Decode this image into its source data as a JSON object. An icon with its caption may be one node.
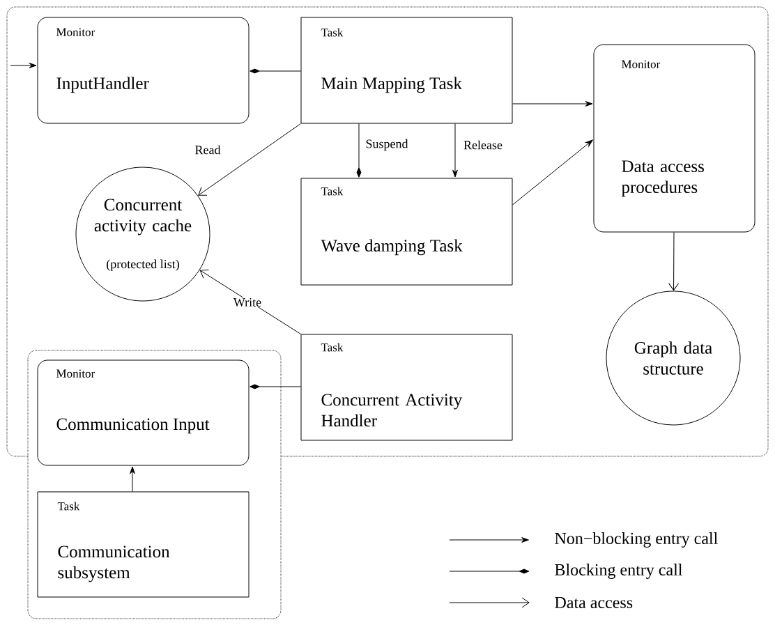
{
  "diagram": {
    "nodes": [
      {
        "text": [
          "Monitor",
          "InputHandler"
        ]
      },
      {
        "text": [
          "Task",
          "Main Mapping Task"
        ]
      },
      {
        "text": [
          "Monitor",
          "Data access procedures"
        ]
      },
      {
        "text": [
          "Concurrent activity cache",
          "(protected list)"
        ]
      },
      {
        "text": [
          "Task",
          "Wave damping Task"
        ]
      },
      {
        "text": [
          "Graph data structure"
        ]
      },
      {
        "text": [
          "Task",
          "Concurrent Activity Handler"
        ]
      },
      {
        "text": [
          "Monitor",
          "Communication Input"
        ]
      },
      {
        "text": [
          "Task",
          "Communication subsystem"
        ]
      }
    ],
    "edges": [
      {
        "from": null,
        "to": 0,
        "arrow": "to"
      },
      {
        "from": 1,
        "to": 0,
        "arrow": "other"
      },
      {
        "from": 1,
        "to": 2,
        "arrow": "to"
      },
      {
        "from": 1,
        "to": 3,
        "arrow": "to",
        "label": "Read"
      },
      {
        "from": 1,
        "to": 4,
        "arrow": "other",
        "label": "Suspend"
      },
      {
        "from": 1,
        "to": 4,
        "arrow": "to",
        "label": "Release"
      },
      {
        "from": 4,
        "to": 2,
        "arrow": "to"
      },
      {
        "from": 6,
        "to": 3,
        "arrow": "to",
        "label": "Write"
      },
      {
        "from": 2,
        "to": 5,
        "arrow": "to"
      },
      {
        "from": 6,
        "to": 7,
        "arrow": "other"
      },
      {
        "from": 8,
        "to": 7,
        "arrow": "to"
      }
    ],
    "legend": [
      {
        "text": "Non−blocking entry call"
      },
      {
        "text": "Blocking entry call"
      },
      {
        "text": "Data access"
      }
    ]
  }
}
